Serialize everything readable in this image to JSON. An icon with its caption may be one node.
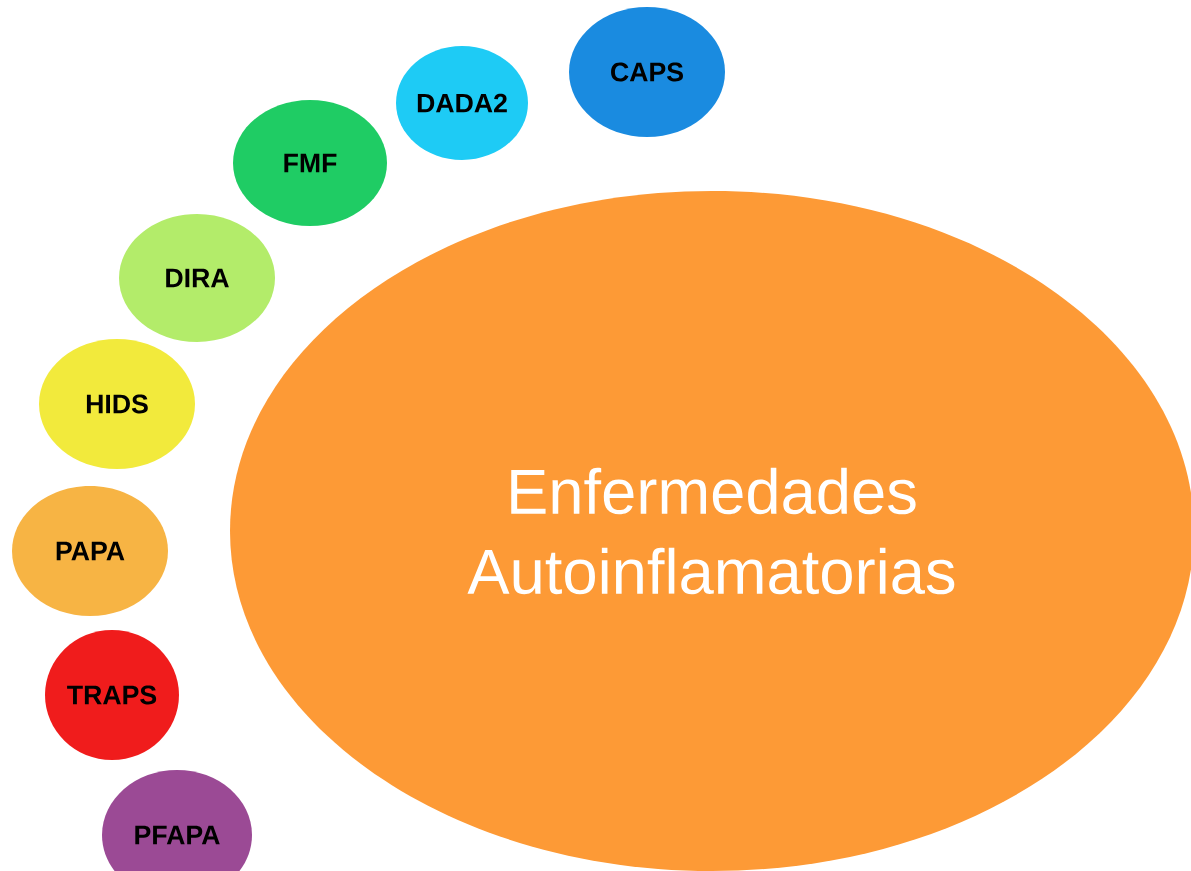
{
  "diagram": {
    "nodes": [
      {
        "text": [
          "CAPS"
        ]
      },
      {
        "text": [
          "DADA2"
        ]
      },
      {
        "text": [
          "FMF"
        ]
      },
      {
        "text": [
          "DIRA"
        ]
      },
      {
        "text": [
          "HIDS"
        ]
      },
      {
        "text": [
          "PAPA"
        ]
      },
      {
        "text": [
          "TRAPS"
        ]
      },
      {
        "text": [
          "PFAPA"
        ]
      },
      {
        "text": [
          "Enfermedades Autoinflamatorias"
        ]
      }
    ]
  }
}
